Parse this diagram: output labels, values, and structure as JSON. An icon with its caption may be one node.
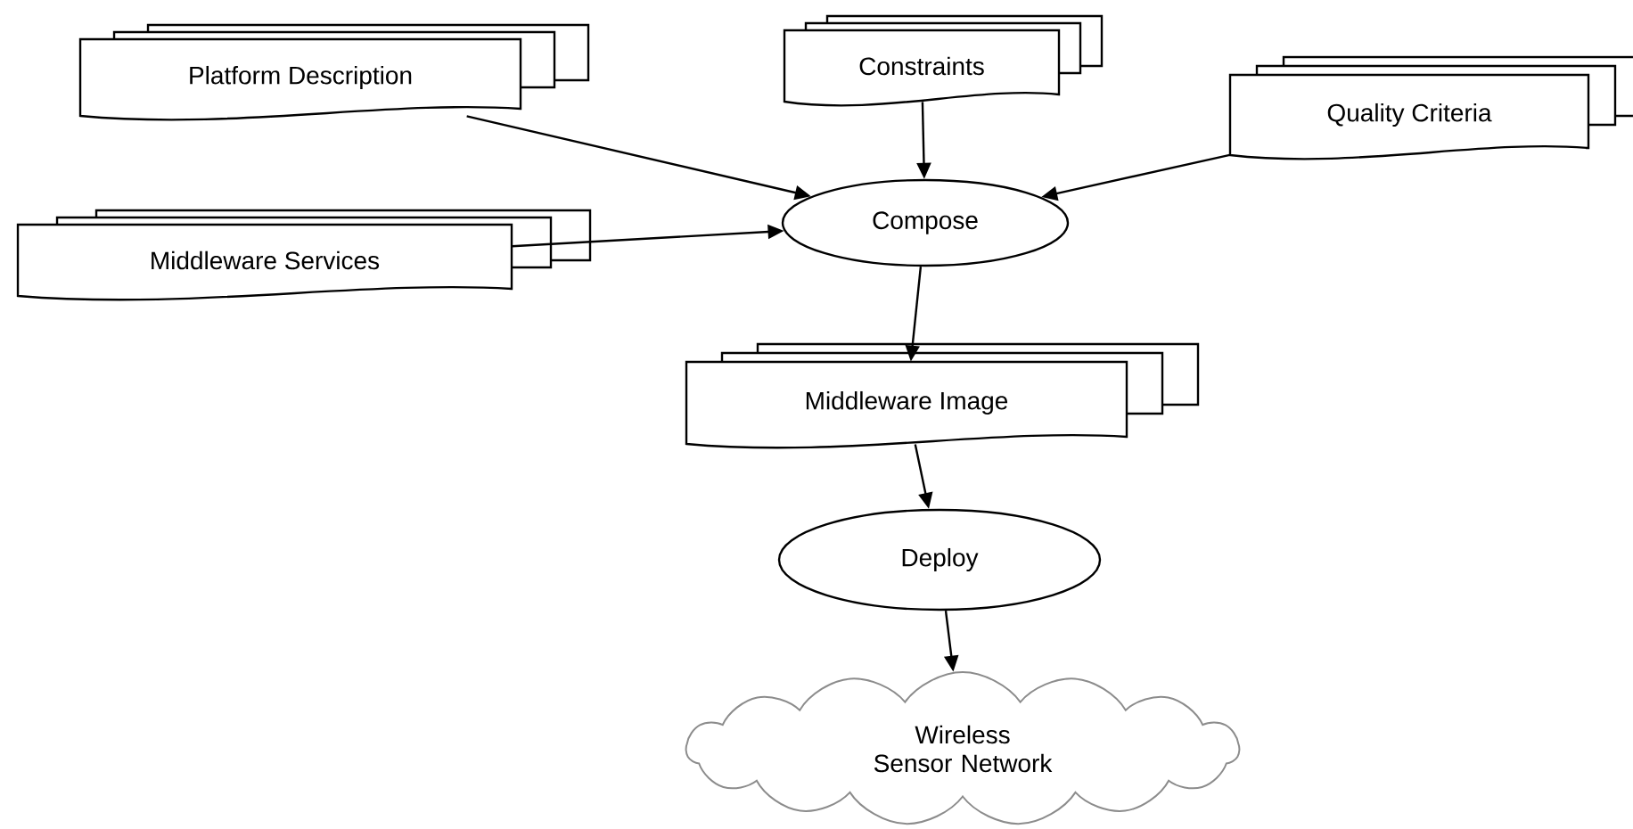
{
  "diagram": {
    "nodes": [
      {
        "text": [
          "Platform Description"
        ]
      },
      {
        "text": [
          "Constraints"
        ]
      },
      {
        "text": [
          "Quality Criteria"
        ]
      },
      {
        "text": [
          "Middleware Services"
        ]
      },
      {
        "text": [
          "Compose"
        ]
      },
      {
        "text": [
          "Middleware Image"
        ]
      },
      {
        "text": [
          "Deploy"
        ]
      },
      {
        "text": [
          "Wireless Sensor Network"
        ]
      }
    ],
    "edges": [
      {
        "from": 0,
        "to": 4,
        "arrow": "to"
      },
      {
        "from": 1,
        "to": 4,
        "arrow": "to"
      },
      {
        "from": 2,
        "to": 4,
        "arrow": "to"
      },
      {
        "from": 3,
        "to": 4,
        "arrow": "to"
      },
      {
        "from": 4,
        "to": 5,
        "arrow": "to"
      },
      {
        "from": 5,
        "to": 6,
        "arrow": "to"
      },
      {
        "from": 6,
        "to": 7,
        "arrow": "to"
      }
    ]
  }
}
